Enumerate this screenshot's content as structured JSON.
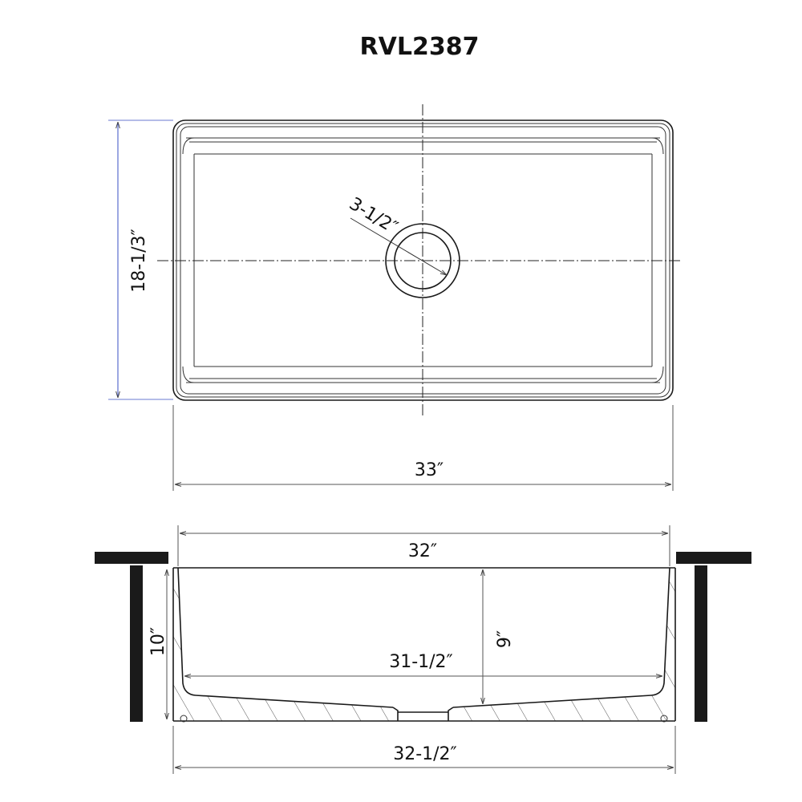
{
  "title": "RVL2387",
  "top_view": {
    "drain_diameter": "3-1/2″",
    "width": "33″",
    "depth": "18-1/3″"
  },
  "front_view": {
    "top_inner_width": "32″",
    "height": "10″",
    "bowl_depth": "9″",
    "bottom_inner_width": "31-1/2″",
    "base_width": "32-1/2″"
  },
  "colors": {
    "depth_dimension": "#3a4fc4",
    "lines": "#1a1a1a"
  }
}
